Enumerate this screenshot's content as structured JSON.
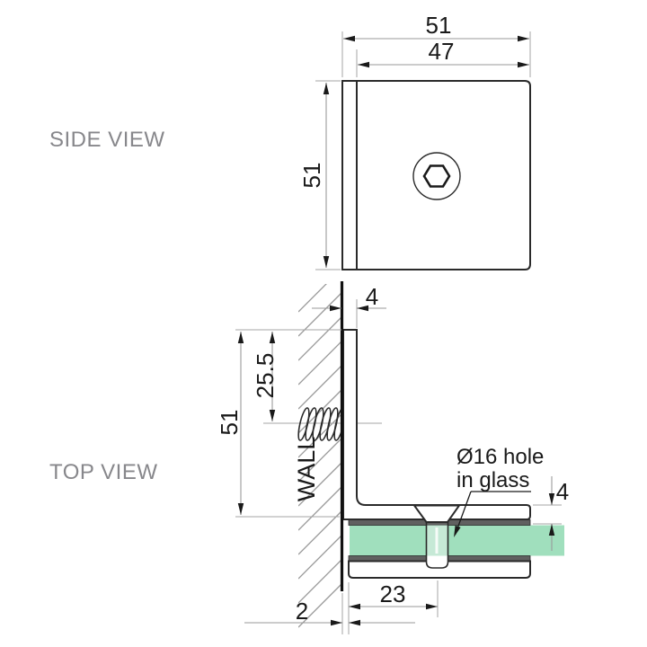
{
  "labels": {
    "side_view": "SIDE VIEW",
    "top_view": "TOP VIEW",
    "wall": "WALL"
  },
  "side_view": {
    "dim_width_outer": "51",
    "dim_width_inner": "47",
    "dim_height": "51"
  },
  "top_view": {
    "dim_plate_thickness": "4",
    "dim_height": "51",
    "dim_screw_offset": "25.5",
    "dim_glass_plate": "4",
    "dim_hole_offset": "23",
    "dim_wall_gap": "2",
    "callout_line1": "Ø16 hole",
    "callout_line2": "in glass"
  },
  "colors": {
    "glass": "#a0dfbd",
    "glass_screw_shaft": "#c6e9d6",
    "gasket": "#606060",
    "outline": "#2a2a2a",
    "dimension_line": "#9a9a9a",
    "label_text": "#87878b"
  }
}
